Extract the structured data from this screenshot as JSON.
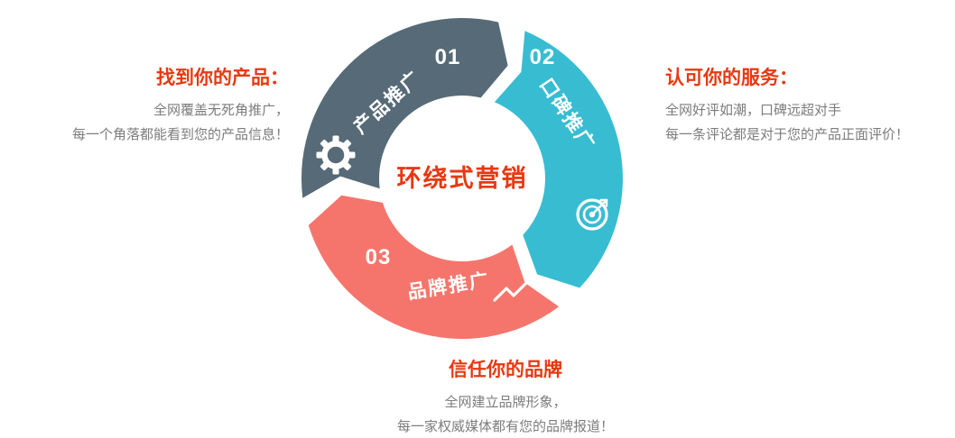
{
  "diagram": {
    "center_label": "环绕式营销",
    "segments": [
      {
        "id": "product-promotion",
        "number": "01",
        "label": "产品推广",
        "color": "#566b77",
        "icon": "gear-icon"
      },
      {
        "id": "word-of-mouth-promotion",
        "number": "02",
        "label": "口碑推广",
        "color": "#38bcd2",
        "icon": "target-arrow-icon"
      },
      {
        "id": "brand-promotion",
        "number": "03",
        "label": "品牌推广",
        "color": "#f5756c",
        "icon": "growth-chart-icon"
      }
    ]
  },
  "callouts": {
    "left": {
      "title": "找到你的产品：",
      "lines": [
        "全网覆盖无死角推广，",
        "每一个角落都能看到您的产品信息！"
      ]
    },
    "right": {
      "title": "认可你的服务：",
      "lines": [
        "全网好评如潮，口碑远超对手",
        "每一条评论都是对于您的产品正面评价！"
      ]
    },
    "bottom": {
      "title": "信任你的品牌",
      "lines": [
        "全网建立品牌形象，",
        "每一家权威媒体都有您的品牌报道！"
      ]
    }
  },
  "colors": {
    "heading_red": "#e8380f",
    "body_gray": "#7c7c7c",
    "segment_dark": "#566b77",
    "segment_cyan": "#38bcd2",
    "segment_red": "#f5756c",
    "icon_white": "#ffffff"
  }
}
